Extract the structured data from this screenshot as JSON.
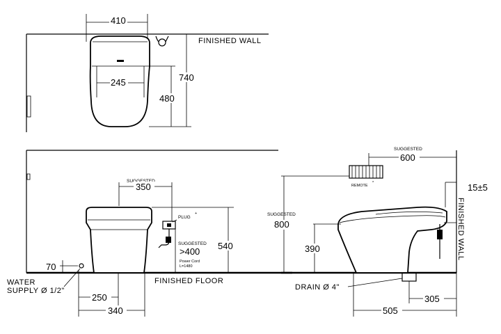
{
  "top_view": {
    "wall_label": "FINISHED WALL",
    "width_dim": "410",
    "inner_width_dim": "245",
    "depth_dim": "740",
    "seat_depth_dim": "480"
  },
  "front_view": {
    "suggested_label": "SUGGESTED",
    "outlet_offset_dim": "350",
    "plug_label": "PLUG",
    "plug_height_label": "SUGGESTED",
    "plug_height_dim": ">400",
    "power_cord_label": "Power Cord",
    "power_cord_length": "L=1480",
    "height_dim": "540",
    "supply_height_dim": "70",
    "water_supply_label_line1": "WATER",
    "water_supply_label_line2": "SUPPLY Ø 1/2\"",
    "floor_label": "FINISHED FLOOR",
    "supply_offset_dim": "250",
    "base_width_dim": "340"
  },
  "side_view": {
    "remote_suggested_label": "SUGGESTED",
    "remote_offset_dim": "600",
    "remote_label": "REMOTE",
    "remote_height_label": "SUGGESTED",
    "remote_height_dim": "800",
    "gap_dim": "15±5",
    "wall_label": "FINISHED WALL",
    "seat_height_dim": "390",
    "drain_label": "DRAIN Ø 4\"",
    "rough_in_dim": "305",
    "length_dim": "505"
  }
}
